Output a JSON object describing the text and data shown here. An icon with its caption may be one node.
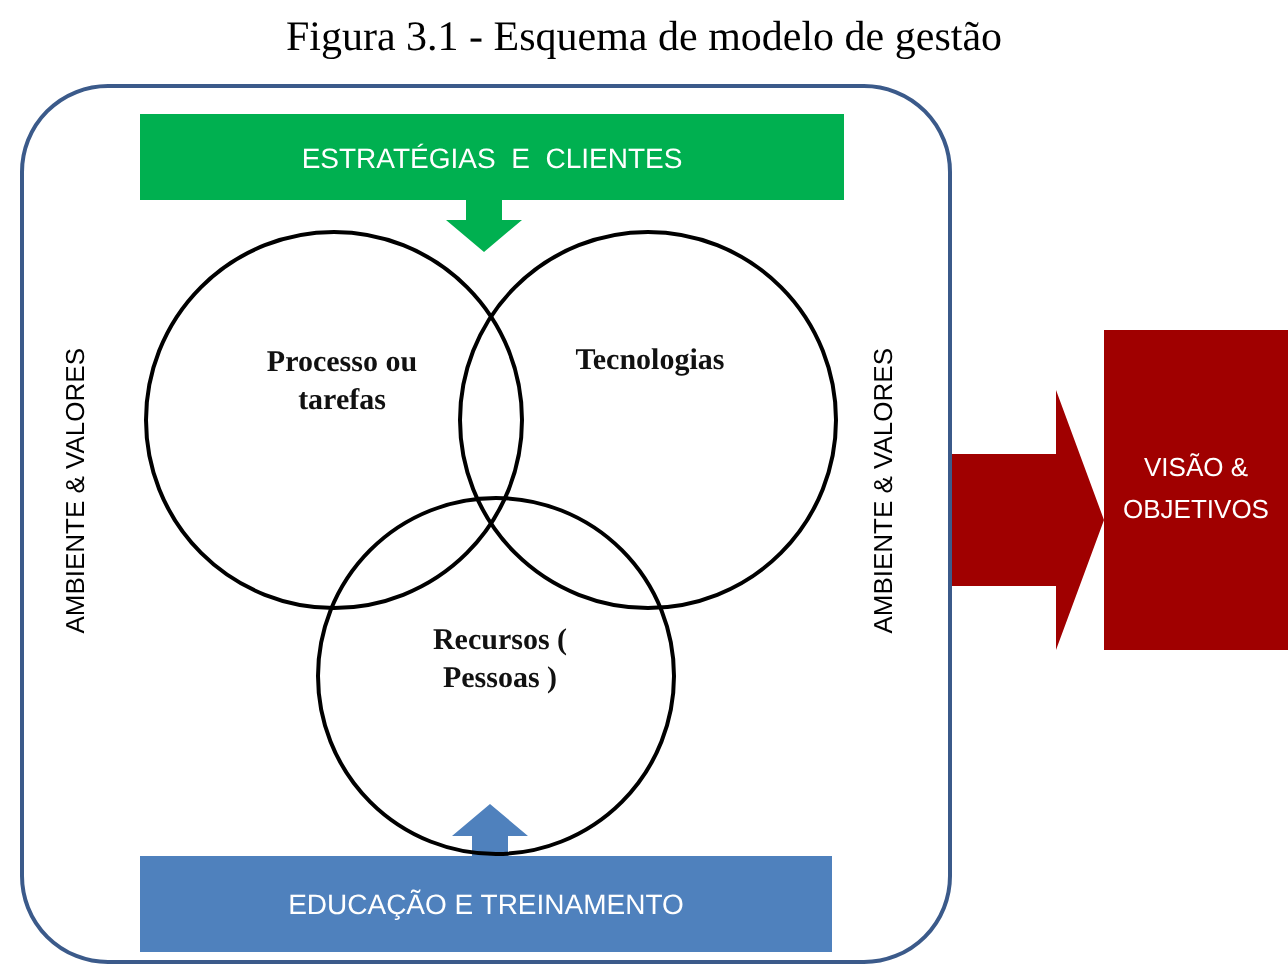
{
  "diagram": {
    "title": "Figura 3.1 - Esquema de modelo de gestão",
    "nodes": [
      {
        "text": [
          "AMBIENTE & VALORES",
          "AMBIENTE & VALORES"
        ]
      },
      {
        "text": [
          "ESTRATÉGIAS  E  CLIENTES"
        ],
        "in": 0
      },
      {
        "text": [
          "Processo ou tarefas"
        ],
        "in": 0
      },
      {
        "text": [
          "Tecnologias"
        ],
        "in": 0
      },
      {
        "text": [
          "Recursos ( Pessoas )"
        ],
        "in": 0
      },
      {
        "text": [
          "EDUCAÇÃO E TREINAMENTO"
        ],
        "in": 0
      },
      {
        "text": [
          "VISÃO & OBJETIVOS"
        ]
      }
    ],
    "edges": [
      {
        "from": 1,
        "to": null,
        "arrow": "to",
        "style": "thick",
        "color": "#00b050"
      },
      {
        "from": 5,
        "to": null,
        "arrow": "to",
        "style": "thick",
        "color": "#4f81bd"
      },
      {
        "from": 0,
        "to": 6,
        "arrow": "to",
        "style": "thick",
        "color": "#a00000"
      }
    ]
  }
}
